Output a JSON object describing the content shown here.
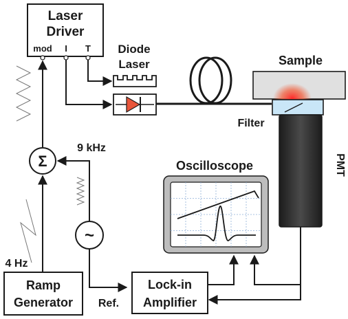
{
  "laser_driver": {
    "label_line1": "Laser",
    "label_line2": "Driver",
    "port_mod": "mod",
    "port_current": "I",
    "port_temp": "T"
  },
  "diode_laser": {
    "label_line1": "Diode",
    "label_line2": "Laser"
  },
  "sample": {
    "label": "Sample"
  },
  "filter": {
    "label": "Filter"
  },
  "pmt": {
    "label": "PMT"
  },
  "oscilloscope": {
    "label": "Oscilloscope"
  },
  "summer": {
    "symbol": "Σ"
  },
  "modulation": {
    "frequency_label": "9 kHz"
  },
  "sine_source": {
    "symbol": "~"
  },
  "ramp": {
    "frequency_label": "4 Hz",
    "label_line1": "Ramp",
    "label_line2": "Generator"
  },
  "lockin": {
    "label_line1": "Lock-in",
    "label_line2": "Amplifier",
    "ref_label": "Ref."
  },
  "colors": {
    "line": "#1a1a1a",
    "diode": "#e8553a",
    "glow": "#e02020",
    "pmt": "#2b2b2b",
    "screen": "#ffffff",
    "bezel": "#bdbdbd",
    "grid": "#8fb0d8"
  }
}
